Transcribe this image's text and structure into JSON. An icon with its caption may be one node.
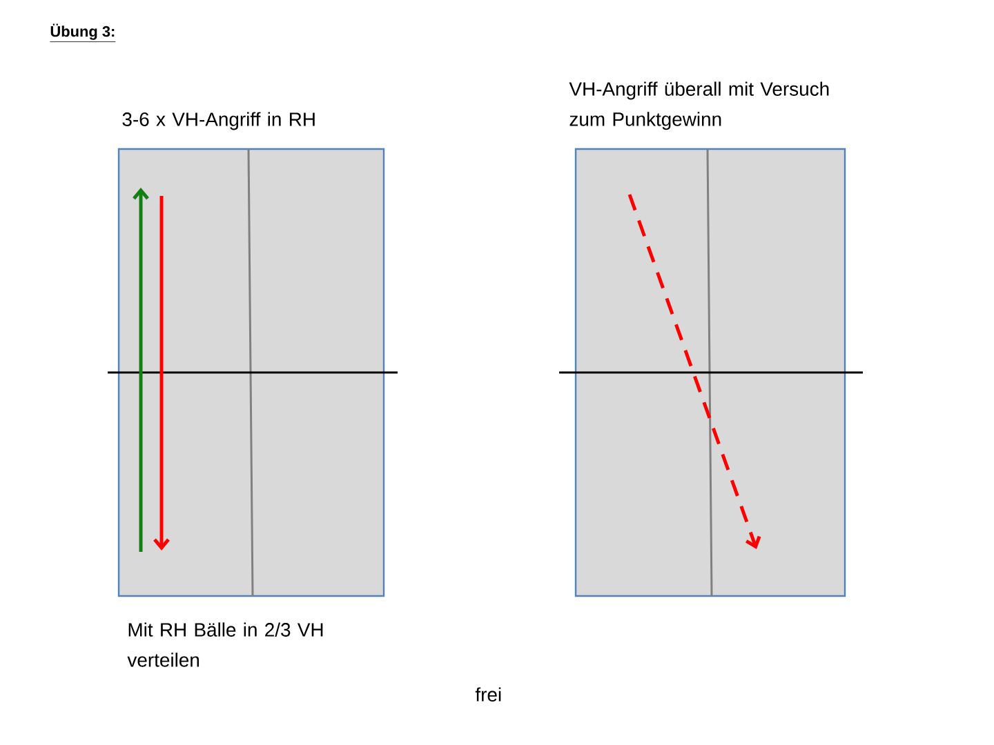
{
  "diagram": {
    "title": "Übung 3:",
    "nodes": [
      {
        "text": [
          "3-6 x VH-Angriff in RH"
        ],
        "beside": [
          "Mit RH Bälle in 2/3 VH verteilen"
        ]
      },
      {
        "text": [
          "VH-Angriff überall mit Versuch zum Punktgewinn"
        ]
      }
    ],
    "labels": [
      "frei"
    ]
  }
}
